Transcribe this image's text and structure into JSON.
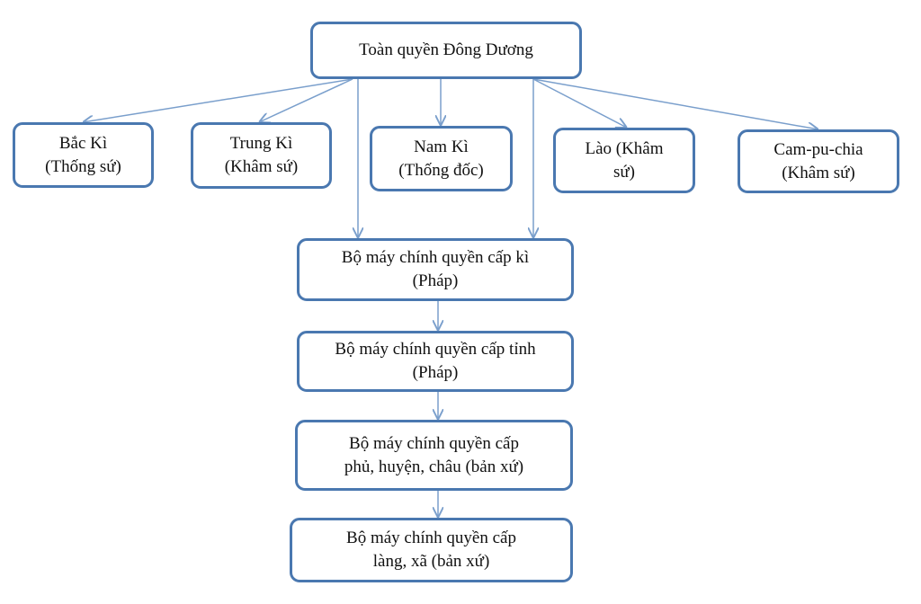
{
  "diagram": {
    "root": {
      "label": "Toàn quyền Đông Dương"
    },
    "regions": [
      {
        "label": "Bắc Kì\n(Thống sứ)"
      },
      {
        "label": "Trung Kì\n(Khâm sứ)"
      },
      {
        "label": "Nam Kì\n(Thống đốc)"
      },
      {
        "label": "Lào (Khâm\nsứ)"
      },
      {
        "label": "Cam-pu-chia\n(Khâm sứ)"
      }
    ],
    "levels": [
      {
        "label": "Bộ máy chính quyền cấp kì\n(Pháp)"
      },
      {
        "label": "Bộ máy chính quyền cấp tỉnh\n(Pháp)"
      },
      {
        "label": "Bộ máy chính quyền cấp\nphủ, huyện, châu (bản xứ)"
      },
      {
        "label": "Bộ máy chính quyền cấp\nlàng, xã (bản xứ)"
      }
    ]
  },
  "colors": {
    "box_border": "#4a78b0",
    "arrow": "#7a9fcc"
  }
}
